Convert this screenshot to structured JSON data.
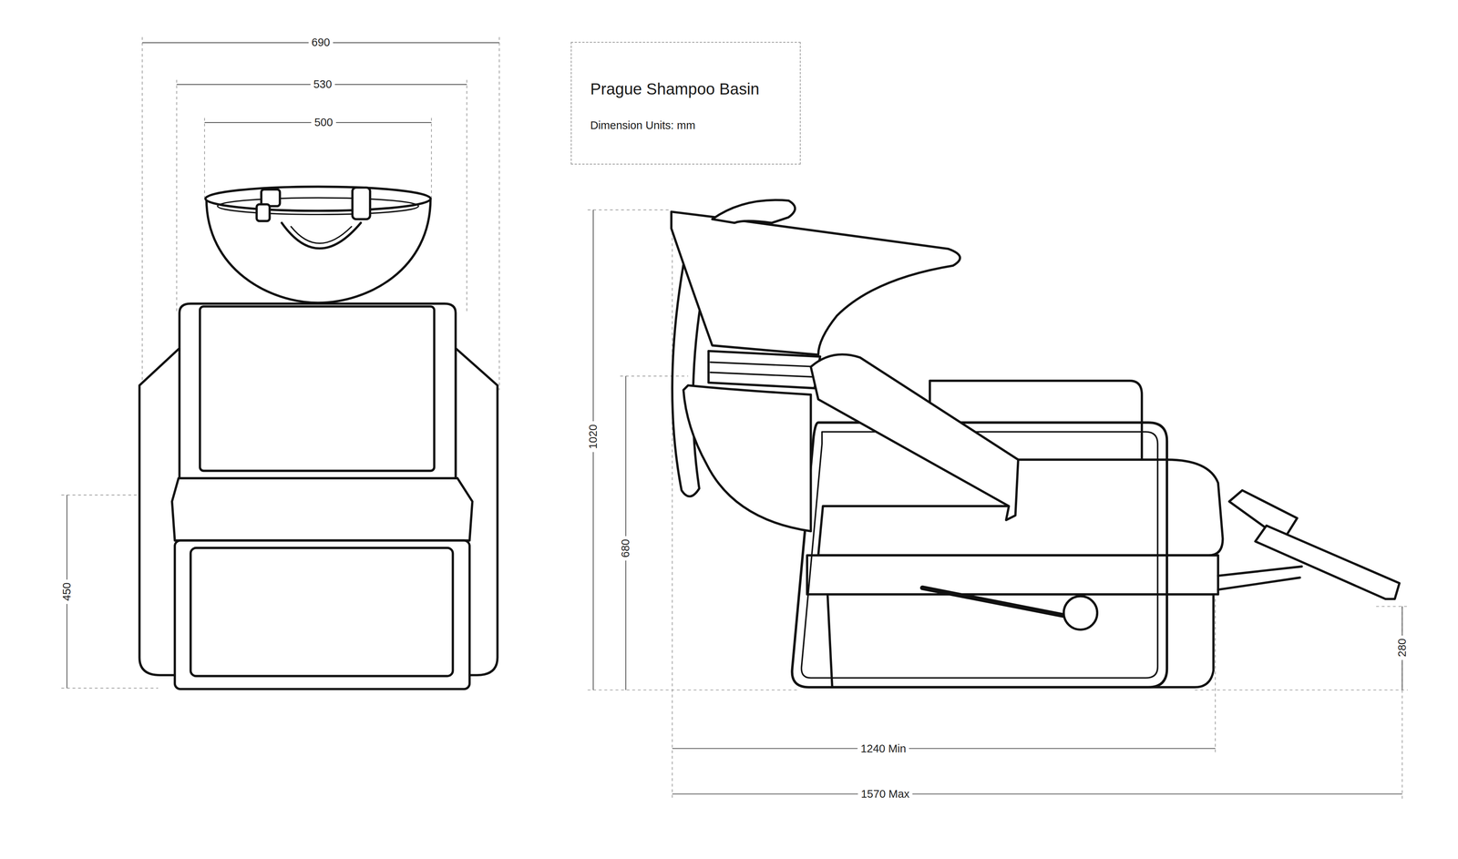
{
  "diagram": {
    "nodes": [
      {
        "text": [
          "Prague Shampoo Basin",
          "Dimension Units: mm"
        ]
      }
    ],
    "labels": [
      "690",
      "530",
      "500",
      "450",
      "1020",
      "680",
      "280",
      "1240 Min",
      "1570 Max"
    ]
  }
}
